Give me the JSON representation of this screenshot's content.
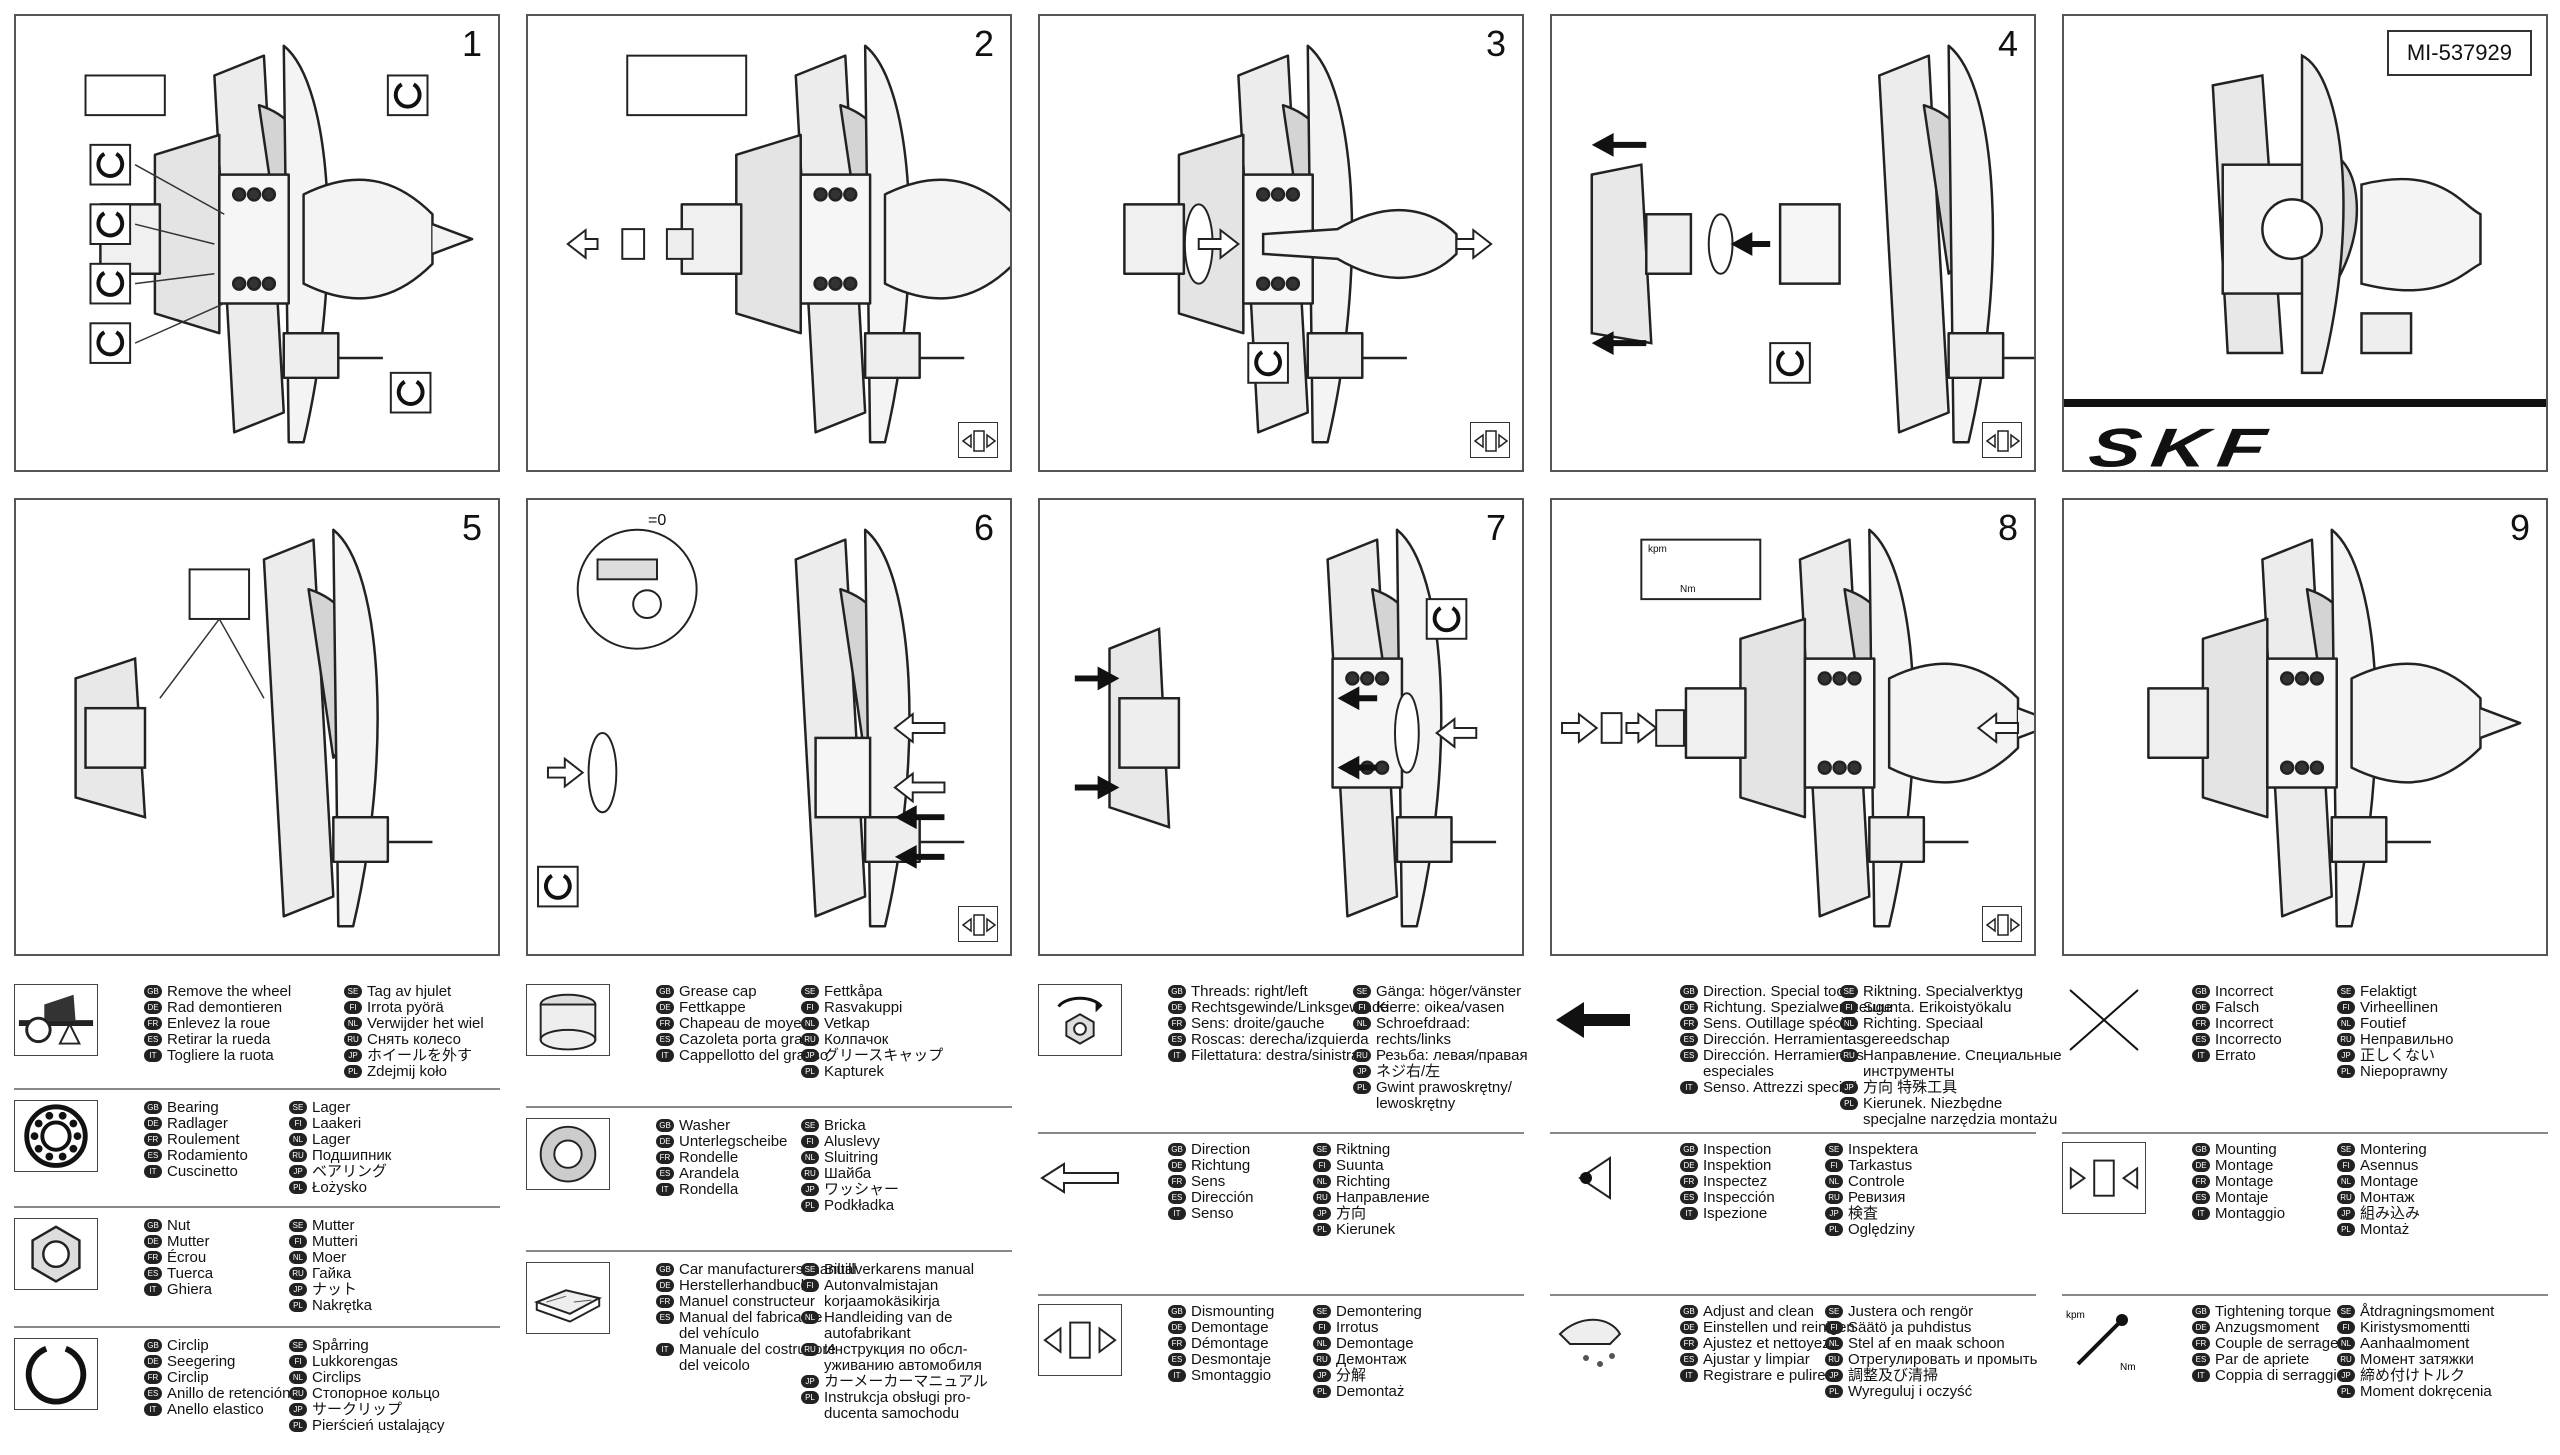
{
  "part_number": "MI-537929",
  "brand_logo_text": "SKF",
  "steps": [
    "1",
    "2",
    "3",
    "4",
    "5",
    "6",
    "7",
    "8",
    "9"
  ],
  "step6_label": "=0",
  "step8_torque_units": {
    "top": "kpm",
    "bottom": "Nm"
  },
  "legend": {
    "remove_wheel": {
      "col1": [
        [
          "GB",
          "Remove the wheel"
        ],
        [
          "DE",
          "Rad demontieren"
        ],
        [
          "FR",
          "Enlevez la roue"
        ],
        [
          "ES",
          "Retirar la rueda"
        ],
        [
          "IT",
          "Togliere la ruota"
        ]
      ],
      "col2": [
        [
          "SE",
          "Tag av hjulet"
        ],
        [
          "FI",
          "Irrota pyörä"
        ],
        [
          "NL",
          "Verwijder het wiel"
        ],
        [
          "RU",
          "Снять колесо"
        ],
        [
          "JP",
          "ホイールを外す"
        ],
        [
          "PL",
          "Zdejmij koło"
        ]
      ]
    },
    "bearing": {
      "col1": [
        [
          "GB",
          "Bearing"
        ],
        [
          "DE",
          "Radlager"
        ],
        [
          "FR",
          "Roulement"
        ],
        [
          "ES",
          "Rodamiento"
        ],
        [
          "IT",
          "Cuscinetto"
        ]
      ],
      "col2": [
        [
          "SE",
          "Lager"
        ],
        [
          "FI",
          "Laakeri"
        ],
        [
          "NL",
          "Lager"
        ],
        [
          "RU",
          "Подшипник"
        ],
        [
          "JP",
          "ベアリング"
        ],
        [
          "PL",
          "Łożysko"
        ]
      ]
    },
    "nut": {
      "col1": [
        [
          "GB",
          "Nut"
        ],
        [
          "DE",
          "Mutter"
        ],
        [
          "FR",
          "Écrou"
        ],
        [
          "ES",
          "Tuerca"
        ],
        [
          "IT",
          "Ghiera"
        ]
      ],
      "col2": [
        [
          "SE",
          "Mutter"
        ],
        [
          "FI",
          "Mutteri"
        ],
        [
          "NL",
          "Moer"
        ],
        [
          "RU",
          "Гайка"
        ],
        [
          "JP",
          "ナット"
        ],
        [
          "PL",
          "Nakrętka"
        ]
      ]
    },
    "circlip": {
      "col1": [
        [
          "GB",
          "Circlip"
        ],
        [
          "DE",
          "Seegering"
        ],
        [
          "FR",
          "Circlip"
        ],
        [
          "ES",
          "Anillo de retención"
        ],
        [
          "IT",
          "Anello elastico"
        ]
      ],
      "col2": [
        [
          "SE",
          "Spårring"
        ],
        [
          "FI",
          "Lukkorengas"
        ],
        [
          "NL",
          "Circlips"
        ],
        [
          "RU",
          "Стопорное кольцо"
        ],
        [
          "JP",
          "サークリップ"
        ],
        [
          "PL",
          "Pierścień ustalający"
        ]
      ]
    },
    "grease_cap": {
      "col1": [
        [
          "GB",
          "Grease cap"
        ],
        [
          "DE",
          "Fettkappe"
        ],
        [
          "FR",
          "Chapeau de moyeu"
        ],
        [
          "ES",
          "Cazoleta porta grasa"
        ],
        [
          "IT",
          "Cappellotto del grasso"
        ]
      ],
      "col2": [
        [
          "SE",
          "Fettkåpa"
        ],
        [
          "FI",
          "Rasvakuppi"
        ],
        [
          "NL",
          "Vetkap"
        ],
        [
          "RU",
          "Колпачок"
        ],
        [
          "JP",
          "グリースキャップ"
        ],
        [
          "PL",
          "Kapturek"
        ]
      ]
    },
    "washer": {
      "col1": [
        [
          "GB",
          "Washer"
        ],
        [
          "DE",
          "Unterlegscheibe"
        ],
        [
          "FR",
          "Rondelle"
        ],
        [
          "ES",
          "Arandela"
        ],
        [
          "IT",
          "Rondella"
        ]
      ],
      "col2": [
        [
          "SE",
          "Bricka"
        ],
        [
          "FI",
          "Aluslevy"
        ],
        [
          "NL",
          "Sluitring"
        ],
        [
          "RU",
          "Шайба"
        ],
        [
          "JP",
          "ワッシャー"
        ],
        [
          "PL",
          "Podkładka"
        ]
      ]
    },
    "manual": {
      "col1": [
        [
          "GB",
          "Car manufacturers manual"
        ],
        [
          "DE",
          "Herstellerhandbuch"
        ],
        [
          "FR",
          "Manuel constructeur"
        ],
        [
          "ES",
          "Manual del fabricante\ndel vehículo"
        ],
        [
          "IT",
          "Manuale del costruttore\ndel veicolo"
        ]
      ],
      "col2": [
        [
          "SE",
          "Biltillverkarens manual"
        ],
        [
          "FI",
          "Autonvalmistajan\nkorjaamokäsikirja"
        ],
        [
          "NL",
          "Handleiding van de\nautofabrikant"
        ],
        [
          "RU",
          "Инструкция по обсл-\nуживанию автомобиля"
        ],
        [
          "JP",
          "カーメーカーマニュアル"
        ],
        [
          "PL",
          "Instrukcja obsługi pro-\nducenta samochodu"
        ]
      ]
    },
    "threads": {
      "col1": [
        [
          "GB",
          "Threads: right/left"
        ],
        [
          "DE",
          "Rechtsgewinde/Linksgewinde"
        ],
        [
          "FR",
          "Sens: droite/gauche"
        ],
        [
          "ES",
          "Roscas: derecha/izquierda"
        ],
        [
          "IT",
          "Filettatura: destra/sinistra"
        ]
      ],
      "col2": [
        [
          "SE",
          "Gänga: höger/vänster"
        ],
        [
          "FI",
          "Kierre: oikea/vasen"
        ],
        [
          "NL",
          "Schroefdraad:\nrechts/links"
        ],
        [
          "RU",
          "Резьба: левая/правая"
        ],
        [
          "JP",
          "ネジ右/左"
        ],
        [
          "PL",
          "Gwint prawoskrętny/\nlewoskrętny"
        ]
      ]
    },
    "direction": {
      "col1": [
        [
          "GB",
          "Direction"
        ],
        [
          "DE",
          "Richtung"
        ],
        [
          "FR",
          "Sens"
        ],
        [
          "ES",
          "Dirección"
        ],
        [
          "IT",
          "Senso"
        ]
      ],
      "col2": [
        [
          "SE",
          "Riktning"
        ],
        [
          "FI",
          "Suunta"
        ],
        [
          "NL",
          "Richting"
        ],
        [
          "RU",
          "Направление"
        ],
        [
          "JP",
          "方向"
        ],
        [
          "PL",
          "Kierunek"
        ]
      ]
    },
    "dismounting": {
      "col1": [
        [
          "GB",
          "Dismounting"
        ],
        [
          "DE",
          "Demontage"
        ],
        [
          "FR",
          "Démontage"
        ],
        [
          "ES",
          "Desmontaje"
        ],
        [
          "IT",
          "Smontaggio"
        ]
      ],
      "col2": [
        [
          "SE",
          "Demontering"
        ],
        [
          "FI",
          "Irrotus"
        ],
        [
          "NL",
          "Demontage"
        ],
        [
          "RU",
          "Демонтаж"
        ],
        [
          "JP",
          "分解"
        ],
        [
          "PL",
          "Demontaż"
        ]
      ]
    },
    "direction_tools": {
      "col1": [
        [
          "GB",
          "Direction. Special tools"
        ],
        [
          "DE",
          "Richtung. Spezialwerkzeuge"
        ],
        [
          "FR",
          "Sens. Outillage spécial"
        ],
        [
          "ES",
          "Dirección. Herramientas"
        ],
        [
          "ES",
          "Dirección. Herramientas\nespeciales"
        ],
        [
          "IT",
          "Senso. Attrezzi speciali"
        ]
      ],
      "col2": [
        [
          "SE",
          "Riktning. Specialverktyg"
        ],
        [
          "FI",
          "Suunta. Erikoistyökalu"
        ],
        [
          "NL",
          "Richting. Speciaal\ngereedschap"
        ],
        [
          "RU",
          "Направление. Специальные\nинструменты"
        ],
        [
          "JP",
          "方向 特殊工具"
        ],
        [
          "PL",
          "Kierunek. Niezbędne\nspecjalne narzędzia montażu"
        ]
      ]
    },
    "inspection": {
      "col1": [
        [
          "GB",
          "Inspection"
        ],
        [
          "DE",
          "Inspektion"
        ],
        [
          "FR",
          "Inspectez"
        ],
        [
          "ES",
          "Inspección"
        ],
        [
          "IT",
          "Ispezione"
        ]
      ],
      "col2": [
        [
          "SE",
          "Inspektera"
        ],
        [
          "FI",
          "Tarkastus"
        ],
        [
          "NL",
          "Controle"
        ],
        [
          "RU",
          "Ревизия"
        ],
        [
          "JP",
          "検査"
        ],
        [
          "PL",
          "Oględziny"
        ]
      ]
    },
    "adjust_clean": {
      "col1": [
        [
          "GB",
          "Adjust and clean"
        ],
        [
          "DE",
          "Einstellen und reinigen"
        ],
        [
          "FR",
          "Ajustez et nettoyez"
        ],
        [
          "ES",
          "Ajustar y limpiar"
        ],
        [
          "IT",
          "Registrare e pulire"
        ]
      ],
      "col2": [
        [
          "SE",
          "Justera och rengör"
        ],
        [
          "FI",
          "Säätö ja puhdistus"
        ],
        [
          "NL",
          "Stel af en maak schoon"
        ],
        [
          "RU",
          "Отрегулировать и промыть"
        ],
        [
          "JP",
          "調整及び清掃"
        ],
        [
          "PL",
          "Wyreguluj i oczyść"
        ]
      ]
    },
    "incorrect": {
      "col1": [
        [
          "GB",
          "Incorrect"
        ],
        [
          "DE",
          "Falsch"
        ],
        [
          "FR",
          "Incorrect"
        ],
        [
          "ES",
          "Incorrecto"
        ],
        [
          "IT",
          "Errato"
        ]
      ],
      "col2": [
        [
          "SE",
          "Felaktigt"
        ],
        [
          "FI",
          "Virheellinen"
        ],
        [
          "NL",
          "Foutief"
        ],
        [
          "RU",
          "Неправильно"
        ],
        [
          "JP",
          "正しくない"
        ],
        [
          "PL",
          "Niepoprawny"
        ]
      ]
    },
    "mounting": {
      "col1": [
        [
          "GB",
          "Mounting"
        ],
        [
          "DE",
          "Montage"
        ],
        [
          "FR",
          "Montage"
        ],
        [
          "ES",
          "Montaje"
        ],
        [
          "IT",
          "Montaggio"
        ]
      ],
      "col2": [
        [
          "SE",
          "Montering"
        ],
        [
          "FI",
          "Asennus"
        ],
        [
          "NL",
          "Montage"
        ],
        [
          "RU",
          "Монтаж"
        ],
        [
          "JP",
          "組み込み"
        ],
        [
          "PL",
          "Montaż"
        ]
      ]
    },
    "torque": {
      "col1": [
        [
          "GB",
          "Tightening torque"
        ],
        [
          "DE",
          "Anzugsmoment"
        ],
        [
          "FR",
          "Couple de serrage"
        ],
        [
          "ES",
          "Par de apriete"
        ],
        [
          "IT",
          "Coppia di serraggio"
        ]
      ],
      "col2": [
        [
          "SE",
          "Åtdragningsmoment"
        ],
        [
          "FI",
          "Kiristysmomentti"
        ],
        [
          "NL",
          "Aanhaalmoment"
        ],
        [
          "RU",
          "Момент затяжки"
        ],
        [
          "JP",
          "締め付けトルク"
        ],
        [
          "PL",
          "Moment dokręcenia"
        ]
      ]
    }
  }
}
